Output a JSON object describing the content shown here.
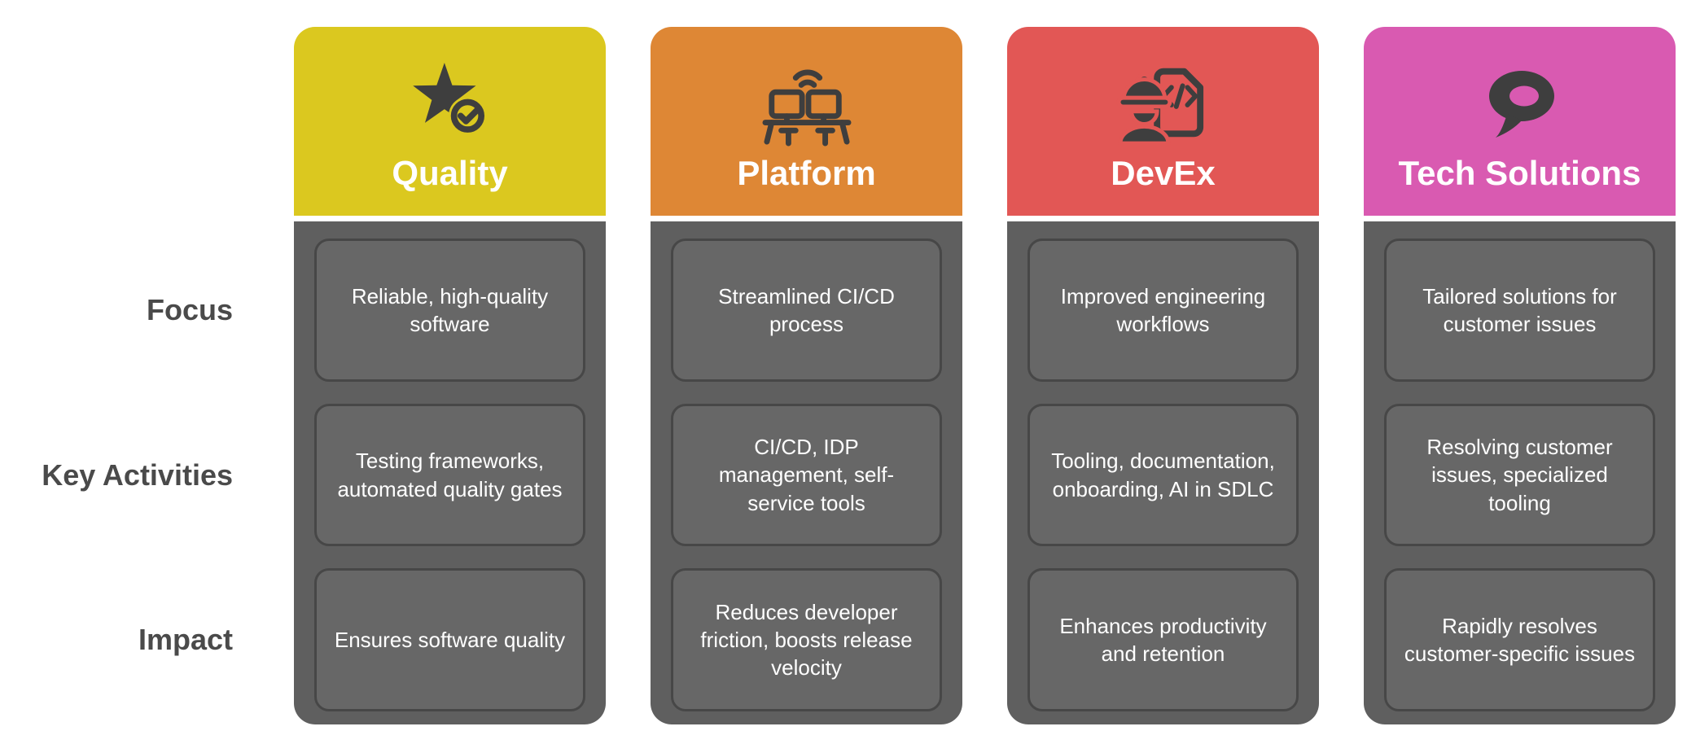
{
  "palette": {
    "background": "#ffffff",
    "body_gray": "#5f5f5f",
    "cell_gray": "#676767",
    "cell_border": "#474747",
    "icon_color": "#3e3e3e",
    "row_label_color": "#4a4a4a",
    "text_white": "#ffffff"
  },
  "rows": [
    {
      "label": "Focus"
    },
    {
      "label": "Key Activities"
    },
    {
      "label": "Impact"
    }
  ],
  "columns": [
    {
      "title": "Quality",
      "color": "#dbc81f",
      "icon": "star-check-icon",
      "cells": [
        "Reliable, high-quality software",
        "Testing frameworks, automated quality gates",
        "Ensures software quality"
      ]
    },
    {
      "title": "Platform",
      "color": "#de8735",
      "icon": "workstations-wifi-icon",
      "cells": [
        "Streamlined CI/CD process",
        "CI/CD, IDP management, self-service tools",
        "Reduces developer friction, boosts release velocity"
      ]
    },
    {
      "title": "DevEx",
      "color": "#e25755",
      "icon": "engineer-code-icon",
      "cells": [
        "Improved engineering workflows",
        "Tooling, documentation, onboarding, AI in SDLC",
        "Enhances productivity and retention"
      ]
    },
    {
      "title": "Tech Solutions",
      "color": "#d95ab1",
      "icon": "speech-bubble-icon",
      "cells": [
        "Tailored solutions for customer issues",
        "Resolving customer issues, specialized tooling",
        "Rapidly resolves customer-specific issues"
      ]
    }
  ]
}
